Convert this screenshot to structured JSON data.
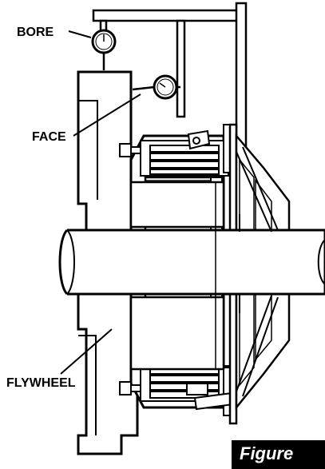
{
  "labels": {
    "bore": "BORE",
    "face": "FACE",
    "flywheel": "FLYWHEEL"
  },
  "figure_tag": "Figure",
  "colors": {
    "ink": "#000000",
    "paper": "#ffffff"
  },
  "icons": {
    "bore_gauge": "dial-indicator-icon",
    "face_gauge": "dial-indicator-icon"
  }
}
